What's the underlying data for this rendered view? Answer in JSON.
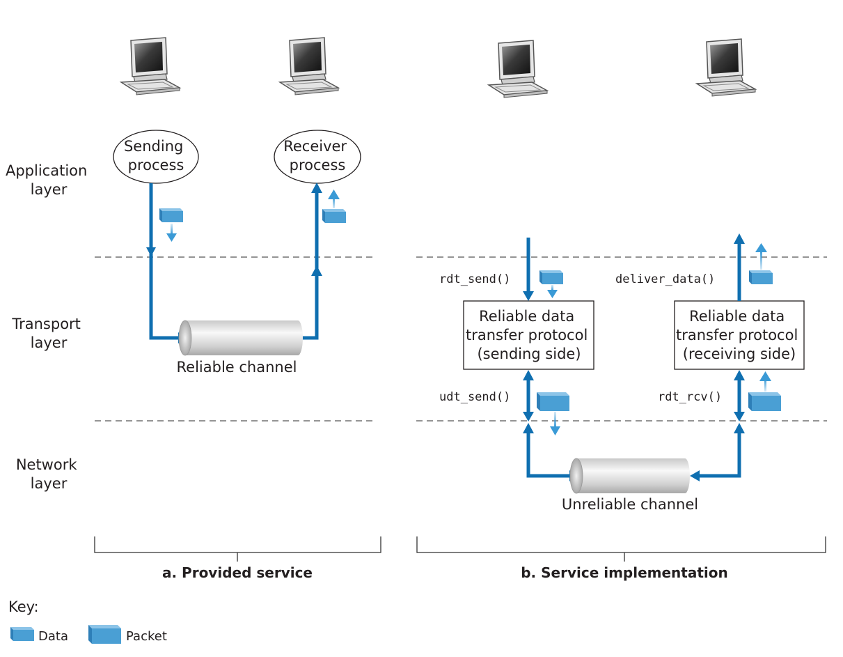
{
  "layers": {
    "application": [
      "Application",
      "layer"
    ],
    "transport": [
      "Transport",
      "layer"
    ],
    "network": [
      "Network",
      "layer"
    ]
  },
  "provided": {
    "sending_process": [
      "Sending",
      "process"
    ],
    "receiver_process": [
      "Receiver",
      "process"
    ],
    "channel_label": "Reliable channel",
    "caption": "a. Provided service"
  },
  "implementation": {
    "sender_box": [
      "Reliable data",
      "transfer protocol",
      "(sending side)"
    ],
    "receiver_box": [
      "Reliable data",
      "transfer protocol",
      "(receiving side)"
    ],
    "rdt_send": "rdt_send()",
    "udt_send": "udt_send()",
    "deliver_data": "deliver_data()",
    "rdt_rcv": "rdt_rcv()",
    "channel_label": "Unreliable channel",
    "caption": "b. Service implementation"
  },
  "key": {
    "title": "Key:",
    "data": "Data",
    "packet": "Packet"
  },
  "colors": {
    "flow": "#0f6fb0",
    "packet": "#4a9fd4",
    "packet_top": "#8cc4e8",
    "packet_side": "#2e7fb8"
  },
  "icons": [
    "computer-icon",
    "data-icon",
    "packet-icon",
    "channel-pipe-icon"
  ]
}
